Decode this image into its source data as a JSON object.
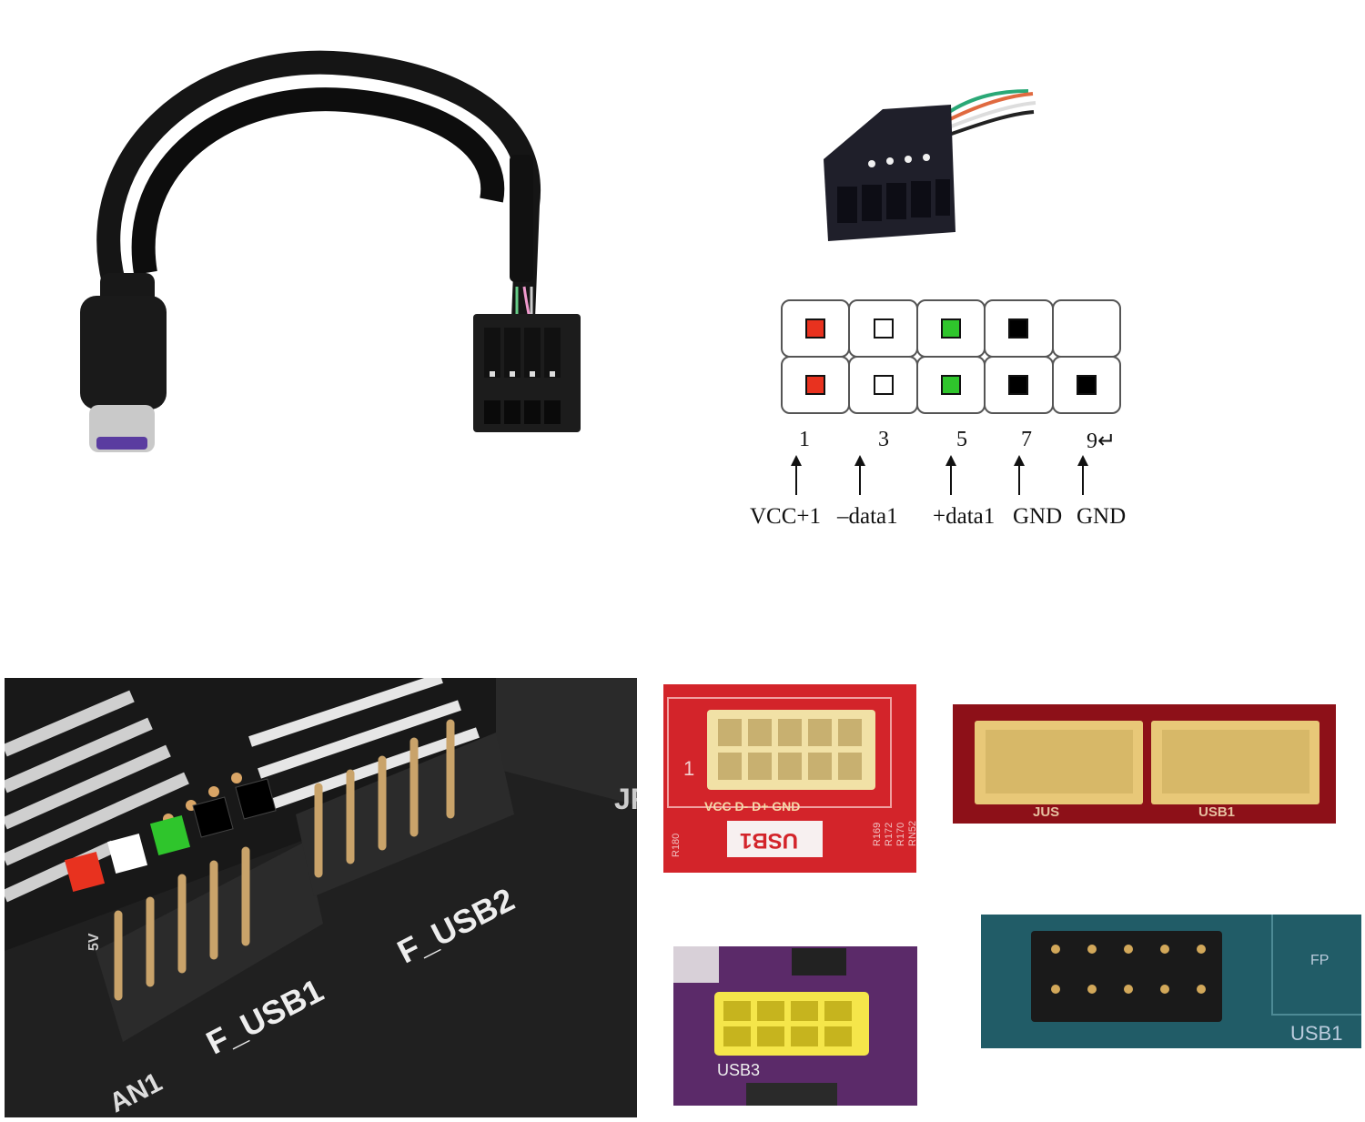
{
  "pin_diagram": {
    "top_row": [
      "#e8321f",
      "#ffffff",
      "#2fc52c",
      "#000000",
      null
    ],
    "bottom_row": [
      "#e8321f",
      "#ffffff",
      "#2fc52c",
      "#000000",
      "#000000"
    ],
    "pin_numbers": [
      "1",
      "3",
      "5",
      "7",
      "9↵"
    ],
    "signals": [
      "VCC+1",
      "–data1",
      "+data1",
      "GND",
      "GND"
    ]
  },
  "board_photos": {
    "large": {
      "labels": [
        "F_USB1",
        "F_USB2",
        "JF",
        "AN1",
        "5V"
      ]
    },
    "red": {
      "pin_legend": "VCC D- D+ GND",
      "header_name": "USB1",
      "pin1": "1",
      "refs": [
        "R180",
        "RN52",
        "R170",
        "R172",
        "R169"
      ]
    },
    "dark_red": {
      "left_label": "JUS",
      "right_label": "USB1"
    },
    "purple": {
      "header_name": "USB3"
    },
    "teal": {
      "fp_label": "FP",
      "header_name": "USB1"
    }
  },
  "colors": {
    "red": "#e8321f",
    "green": "#2fc52c",
    "black": "#000000",
    "white": "#ffffff"
  }
}
